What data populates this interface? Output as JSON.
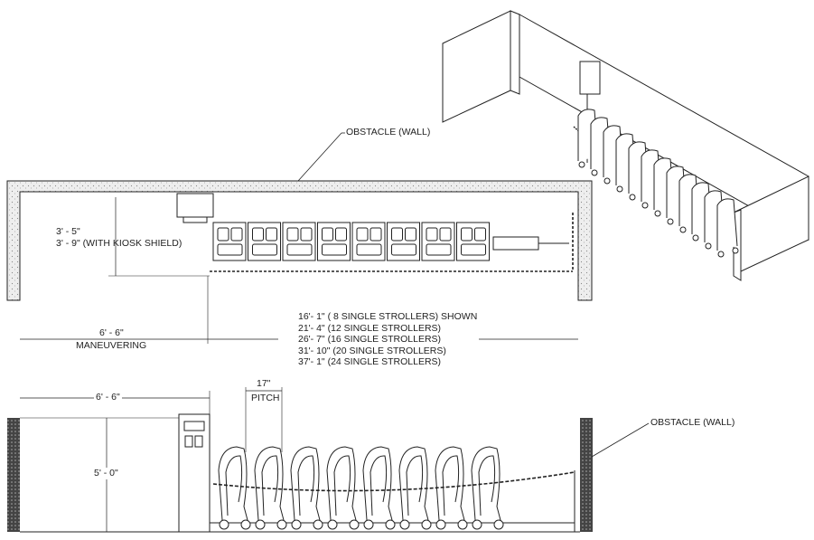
{
  "plan_view": {
    "obstacle_label": "OBSTACLE (WALL)",
    "depth_dims": [
      "3' - 5\"",
      "3' - 9\" (WITH KIOSK SHIELD)"
    ],
    "maneuvering_dim": "6' - 6\"",
    "maneuvering_label": "MANEUVERING",
    "length_options": [
      "16'- 1\"   ( 8 SINGLE STROLLERS) SHOWN",
      "21'- 4\"   (12 SINGLE STROLLERS)",
      "26'- 7\"   (16 SINGLE STROLLERS)",
      "31'- 10\" (20 SINGLE STROLLERS)",
      "37'- 1\"   (24 SINGLE STROLLERS)"
    ],
    "stroller_count": 8
  },
  "elevation_view": {
    "clearance_dim": "6' - 6\"",
    "height_dim": "5' - 0\"",
    "pitch_dim": "17\"",
    "pitch_label": "PITCH",
    "obstacle_label": "OBSTACLE (WALL)",
    "stroller_count": 8
  },
  "colors": {
    "line": "#222222",
    "wall_fill": "#e6e6e6"
  }
}
